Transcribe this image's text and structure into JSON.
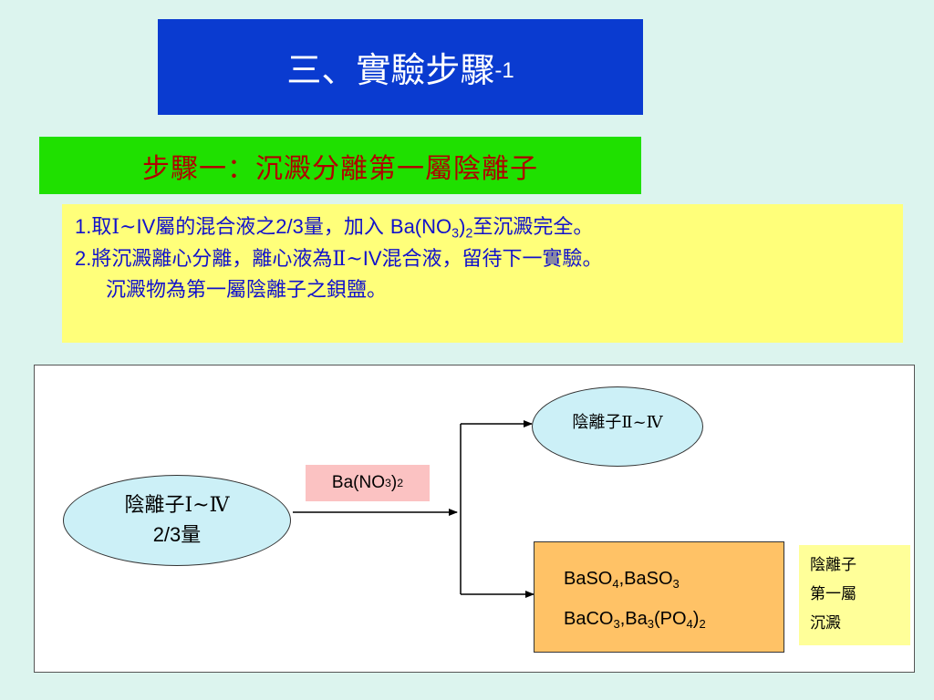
{
  "title": {
    "main": "三、實驗步驟",
    "suffix": "-1"
  },
  "step_banner": "步驟一：沉澱分離第一屬陰離子",
  "instructions": {
    "line1": {
      "num": "1.",
      "text1": "取Ⅰ~",
      "text2": "IV",
      "text3": "屬的混合液之",
      "frac": "2/3",
      "text4": "量，加入 ",
      "reagent_a": "Ba(NO",
      "reagent_sub1": "3",
      "reagent_b": ")",
      "reagent_sub2": "2",
      "text5": "至沉澱完全。"
    },
    "line2": {
      "num": "2.",
      "text1": "將沉澱離心分離，離心液為Ⅱ~",
      "text2": "IV",
      "text3": "混合液，留待下一實驗。"
    },
    "line3": "沉澱物為第一屬陰離子之鋇鹽。"
  },
  "diagram": {
    "source_node": {
      "label": "陰離子Ⅰ~Ⅳ",
      "frac": "2/3",
      "unit": "量"
    },
    "reagent": {
      "a": "Ba(NO",
      "sub1": "3",
      "b": ")",
      "sub2": "2"
    },
    "target_node": {
      "label": "陰離子Ⅱ~Ⅳ"
    },
    "precipitate": {
      "line1": {
        "a": "BaSO",
        "s1": "4",
        "b": ",BaSO",
        "s2": "3"
      },
      "line2": {
        "a": "BaCO",
        "s1": "3",
        "b": ",Ba",
        "s2": "3",
        "c": "(PO",
        "s3": "4",
        "d": ")",
        "s4": "2"
      }
    },
    "note": {
      "line1": "陰離子",
      "line2": "第一屬",
      "line3": "沉澱"
    }
  }
}
